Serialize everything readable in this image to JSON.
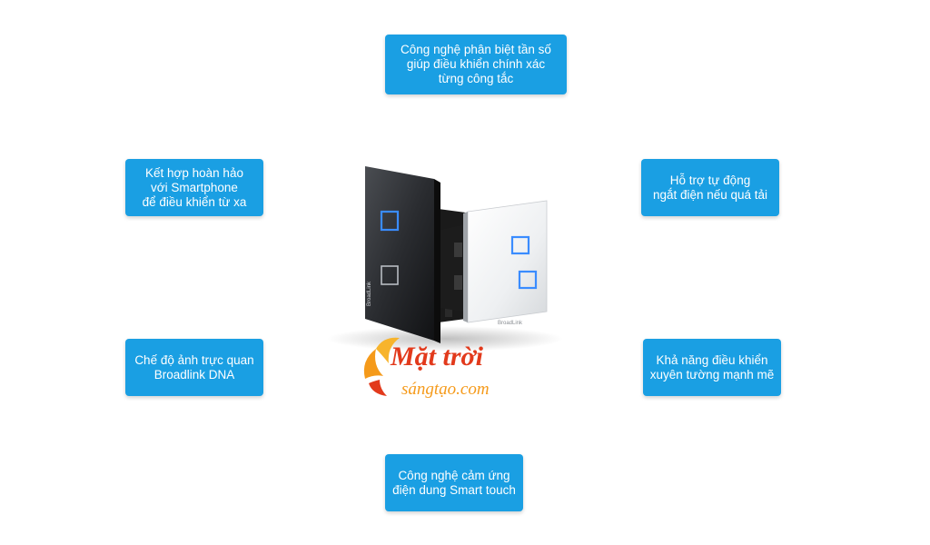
{
  "features": {
    "top": [
      "Công nghệ phân biệt tần số",
      "giúp điều khiển chính xác",
      "từng công tắc"
    ],
    "left_top": [
      "Kết hợp hoàn hảo",
      "với Smartphone",
      "để điều khiển từ xa"
    ],
    "right_top": [
      "Hỗ trợ tự động",
      "ngắt điện nếu quá tải"
    ],
    "left_bottom": [
      "Chế độ ảnh trực quan",
      "Broadlink DNA"
    ],
    "right_bottom": [
      "Khả năng điều khiển",
      "xuyên tường mạnh mẽ"
    ],
    "bottom": [
      "Công nghệ cảm ứng",
      "điện dung Smart touch"
    ]
  },
  "product": {
    "black_switch_brand": "BroadLink",
    "white_switch_brand": "BroadLink"
  },
  "logo": {
    "line1": "Mặt trời",
    "line2": "sángtạo.com"
  },
  "colors": {
    "card": "#1a9fe3",
    "touch_led": "#3a8cff",
    "logo_red": "#e23a1c",
    "logo_orange": "#f59a1a"
  }
}
